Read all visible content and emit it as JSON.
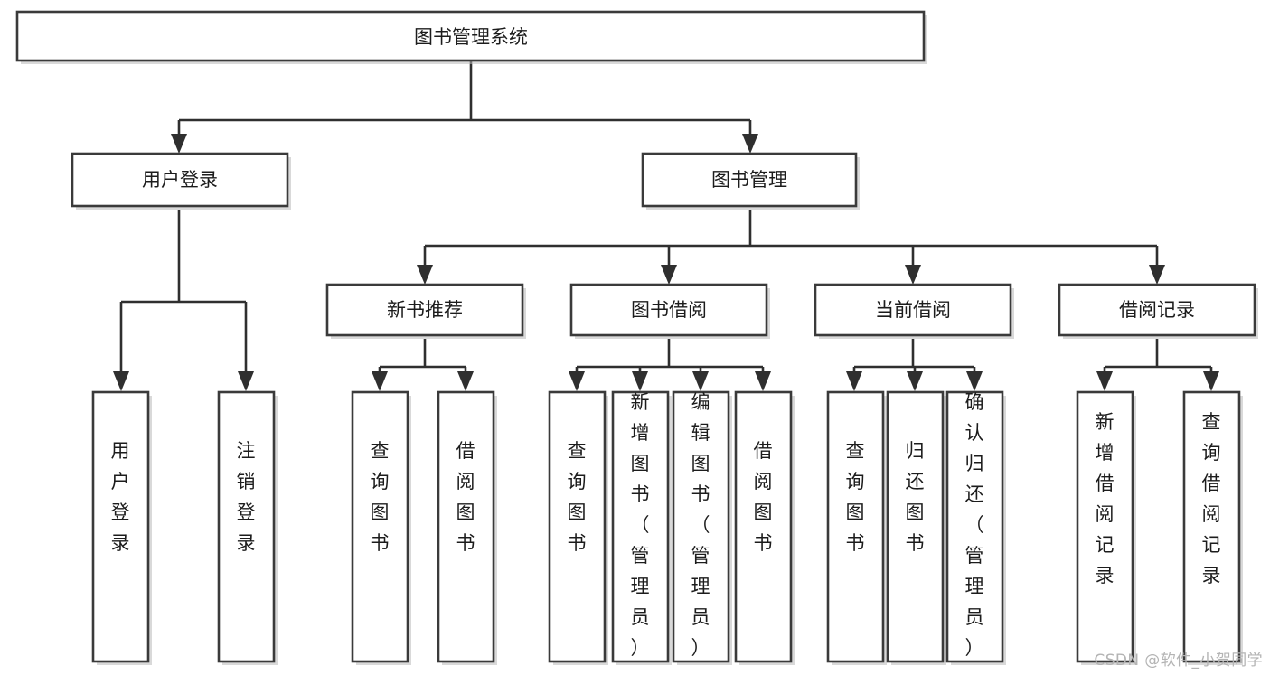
{
  "diagram": {
    "title": "图书管理系统",
    "type": "hierarchy-tree",
    "watermark": "CSDN @软件_小贺同学",
    "colors": {
      "background": "#ffffff",
      "box_stroke": "#3a3a3a",
      "line": "#2f2f2f",
      "text": "#1c1c1c",
      "watermark": "#b4b4b4",
      "shadow": "#b9b9b9"
    },
    "nodes": {
      "root": {
        "label": "图书管理系统",
        "level": 1,
        "orientation": "horizontal"
      },
      "level2": [
        {
          "id": "user-login",
          "label": "用户登录",
          "orientation": "horizontal"
        },
        {
          "id": "book-manage",
          "label": "图书管理",
          "orientation": "horizontal"
        }
      ],
      "level3": [
        {
          "id": "new-book-recommend",
          "label": "新书推荐",
          "parent": "book-manage",
          "orientation": "horizontal"
        },
        {
          "id": "book-borrow",
          "label": "图书借阅",
          "parent": "book-manage",
          "orientation": "horizontal"
        },
        {
          "id": "current-borrow",
          "label": "当前借阅",
          "parent": "book-manage",
          "orientation": "horizontal"
        },
        {
          "id": "borrow-record",
          "label": "借阅记录",
          "parent": "book-manage",
          "orientation": "horizontal"
        }
      ],
      "leaves": [
        {
          "id": "leaf-user-login",
          "label": "用户登录",
          "parent": "user-login",
          "orientation": "vertical"
        },
        {
          "id": "leaf-logout-login",
          "label": "注销登录",
          "parent": "user-login",
          "orientation": "vertical"
        },
        {
          "id": "leaf-query-book-1",
          "label": "查询图书",
          "parent": "new-book-recommend",
          "orientation": "vertical"
        },
        {
          "id": "leaf-borrow-book-1",
          "label": "借阅图书",
          "parent": "new-book-recommend",
          "orientation": "vertical"
        },
        {
          "id": "leaf-query-book-2",
          "label": "查询图书",
          "parent": "book-borrow",
          "orientation": "vertical"
        },
        {
          "id": "leaf-add-book",
          "label": "新增图书（管理员）",
          "parent": "book-borrow",
          "orientation": "vertical"
        },
        {
          "id": "leaf-edit-book",
          "label": "编辑图书（管理员）",
          "parent": "book-borrow",
          "orientation": "vertical"
        },
        {
          "id": "leaf-borrow-book-2",
          "label": "借阅图书",
          "parent": "book-borrow",
          "orientation": "vertical"
        },
        {
          "id": "leaf-query-book-3",
          "label": "查询图书",
          "parent": "current-borrow",
          "orientation": "vertical"
        },
        {
          "id": "leaf-return-book",
          "label": "归还图书",
          "parent": "current-borrow",
          "orientation": "vertical"
        },
        {
          "id": "leaf-confirm-return",
          "label": "确认归还（管理员）",
          "parent": "current-borrow",
          "orientation": "vertical"
        },
        {
          "id": "leaf-add-record",
          "label": "新增借阅记录",
          "parent": "borrow-record",
          "orientation": "vertical"
        },
        {
          "id": "leaf-query-record",
          "label": "查询借阅记录",
          "parent": "borrow-record",
          "orientation": "vertical"
        }
      ]
    }
  }
}
